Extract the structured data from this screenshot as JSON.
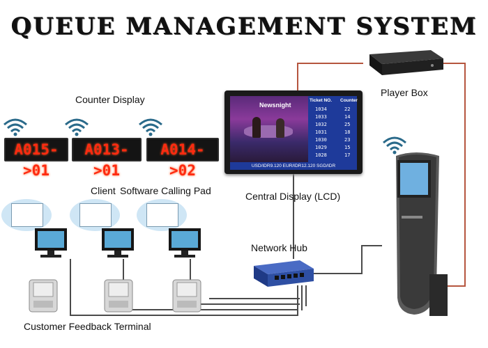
{
  "title": "QUEUE MANAGEMENT SYSTEM",
  "labels": {
    "counter_display": "Counter Display",
    "client": "Client",
    "software_calling_pad": "Software Calling Pad",
    "central_display": "Central Display (LCD)",
    "player_box": "Player Box",
    "network_hub": "Network Hub",
    "feedback_terminal": "Customer Feedback Terminal"
  },
  "counter_displays": [
    "A015->01",
    "A013->01",
    "A014->02"
  ],
  "lcd": {
    "channel_text": "Newsnight",
    "table_headers": [
      "Ticket NO.",
      "Counter"
    ],
    "rows": [
      [
        "1034",
        "22"
      ],
      [
        "1033",
        "14"
      ],
      [
        "1032",
        "25"
      ],
      [
        "1031",
        "18"
      ],
      [
        "1030",
        "23"
      ],
      [
        "1029",
        "15"
      ],
      [
        "1028",
        "17"
      ]
    ],
    "ticker": "USD/IDR9.120 EUR/IDR12.120 SGD/IDR"
  },
  "colors": {
    "led_text": "#ff2a10",
    "hub_blue": "#2e4fa3",
    "power_line": "#b5553e"
  }
}
